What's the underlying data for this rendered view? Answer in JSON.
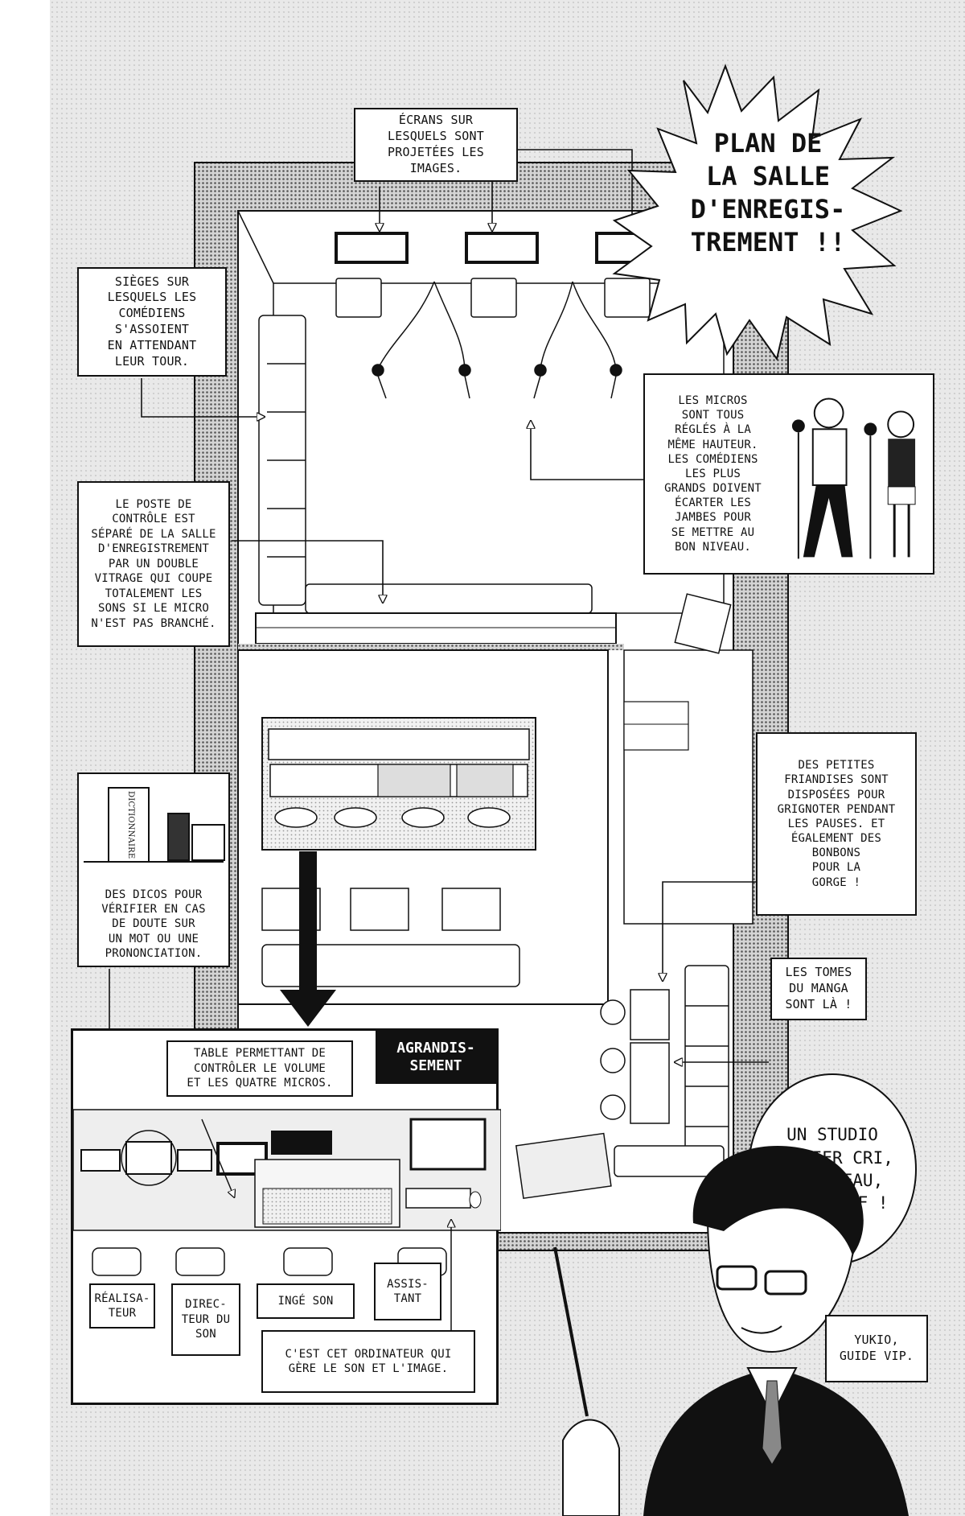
{
  "title": "PLAN DE\nLA SALLE\nD'ENREGIS-\nTREMENT !!",
  "captions": {
    "screens": "ÉCRANS SUR\nLESQUELS SONT\nPROJETÉES LES\nIMAGES.",
    "seats": "SIÈGES SUR\nLESQUELS LES\nCOMÉDIENS\nS'ASSOIENT\nEN ATTENDANT\nLEUR TOUR.",
    "control_room": "LE POSTE DE\nCONTRÔLE EST\nSÉPARÉ DE LA SALLE\nD'ENREGISTREMENT\nPAR UN DOUBLE\nVITRAGE QUI COUPE\nTOTALEMENT LES\nSONS SI LE MICRO\nN'EST PAS BRANCHÉ.",
    "mics": "LES MICROS\nSONT TOUS\nRÉGLÉS À LA\nMÊME HAUTEUR.\nLES COMÉDIENS\nLES PLUS\nGRANDS DOIVENT\nÉCARTER LES\nJAMBES POUR\nSE METTRE AU\nBON NIVEAU.",
    "snacks": "DES PETITES\nFRIANDISES SONT\nDISPOSÉES POUR\nGRIGNOTER PENDANT\nLES PAUSES. ET\nÉGALEMENT DES\nBONBONS\nPOUR LA\nGORGE !",
    "dictionaries": "DES DICOS POUR\nVÉRIFIER EN CAS\nDE DOUTE SUR\nUN MOT OU UNE\nPRONONCIATION.",
    "manga_volumes": "LES TOMES\nDU MANGA\nSONT LÀ !",
    "mixing_table": "TABLE PERMETTANT DE\nCONTRÔLER LE VOLUME\nET LES QUATRE MICROS.",
    "computer": "C'EST CET ORDINATEUR QUI\nGÈRE LE SON ET L'IMAGE.",
    "director_label": "RÉALISA-\nTEUR",
    "sound_director_label": "DIREC-\nTEUR DU\nSON",
    "sound_engineer_label": "INGÉ SON",
    "assistant_label": "ASSIS-\nTANT",
    "guide": "YUKIO,\nGUIDE VIP."
  },
  "enlargement_tag": "AGRANDIS-\nSEMENT",
  "speech_bubble": "UN STUDIO\nDERNIER CRI,\nTOUT BEAU,\nTOUT NEUF !",
  "book_spine": "DICTIONNAIRE",
  "colors": {
    "ink": "#111111",
    "paper": "#ffffff",
    "screentone": "#e9e9e9",
    "wall": "#8a8a8a"
  }
}
